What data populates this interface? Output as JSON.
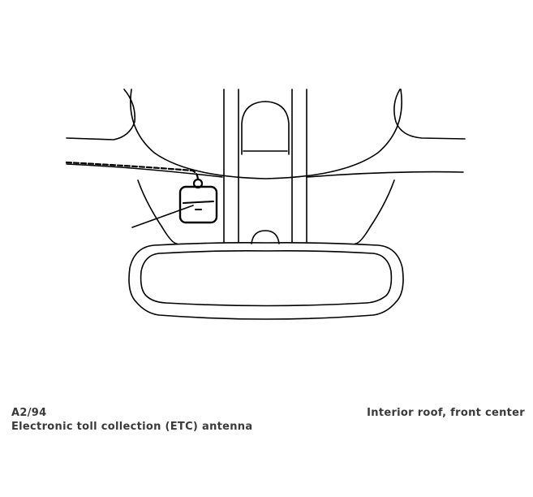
{
  "caption": {
    "code": "A2/94",
    "description": "Electronic toll collection (ETC) antenna",
    "location": "Interior roof, front center"
  }
}
